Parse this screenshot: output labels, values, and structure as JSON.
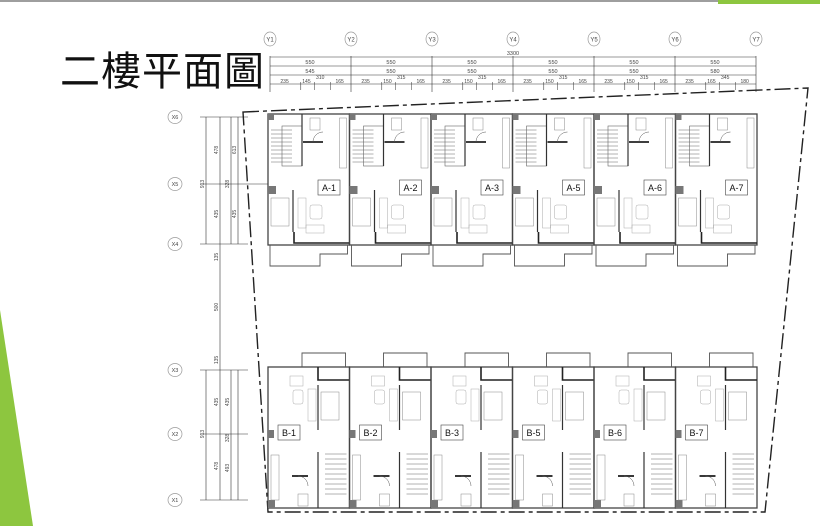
{
  "slide": {
    "title": "二樓平面圖",
    "accent_color": "#8dc63f",
    "rule_color": "#9e9e9e"
  },
  "plan": {
    "grid_columns": [
      "Y1",
      "Y2",
      "Y3",
      "Y4",
      "Y5",
      "Y6",
      "Y7"
    ],
    "grid_rows": [
      "X6",
      "X5",
      "X4",
      "X3",
      "X2",
      "X1"
    ],
    "dims_top": {
      "total": "3300",
      "row1": [
        "550",
        "550",
        "550",
        "550",
        "550",
        "550"
      ],
      "row2": [
        "545",
        "550",
        "550",
        "550",
        "550",
        "580"
      ],
      "row3": [
        "235",
        "145",
        "310",
        "165",
        "235",
        "150",
        "315",
        "165",
        "235",
        "150",
        "315",
        "165",
        "235",
        "150",
        "315",
        "165",
        "235",
        "150",
        "315",
        "165",
        "235",
        "165",
        "345",
        "180"
      ]
    },
    "dims_left": {
      "upper_outer": "913",
      "upper_a": "478",
      "upper_b": "435",
      "upper_c": "328",
      "upper_d": "613",
      "upper_e": "435",
      "gap_1": "135",
      "gap_mid": "500",
      "gap_2": "135",
      "lower_outer": "913",
      "lower_a": "435",
      "lower_b": "478",
      "lower_c": "435",
      "lower_d": "328",
      "lower_e": "493"
    },
    "units_top": [
      "A-1",
      "A-2",
      "A-3",
      "A-5",
      "A-6",
      "A-7"
    ],
    "units_bottom": [
      "B-1",
      "B-2",
      "B-3",
      "B-5",
      "B-6",
      "B-7"
    ]
  }
}
